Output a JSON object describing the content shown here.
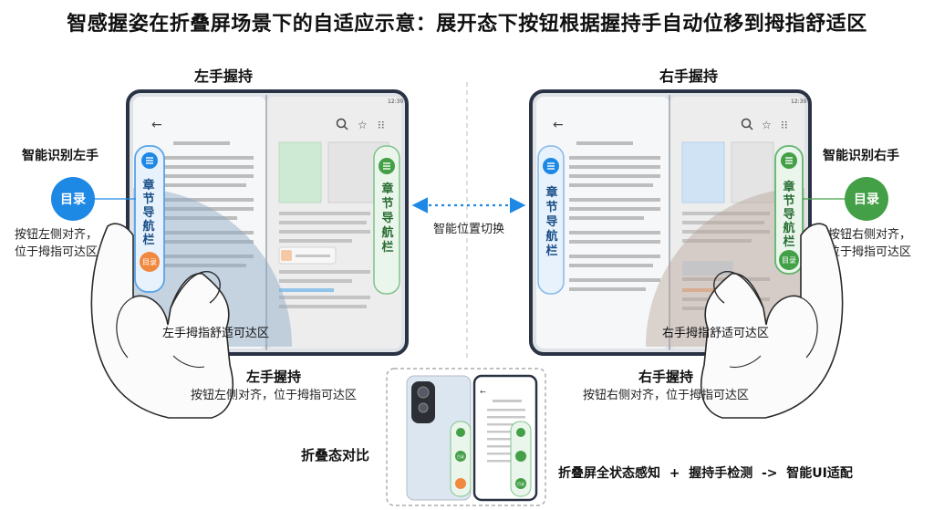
{
  "title": "智感握姿在折叠屏场景下的自适应示意：展开态下按钮根据握持手自动位移到拇指舒适区",
  "left": {
    "top_label": "左手握持",
    "side_heading": "智能识别左手",
    "button_label": "目录",
    "side_note_1": "按钮左侧对齐，",
    "side_note_2": "位于拇指可达区",
    "nav_label": "章节导航栏",
    "nav_button": "目录",
    "reach_label": "左手拇指舒适可达区",
    "bottom_title": "左手握持",
    "bottom_note": "按钮左侧对齐，位于拇指可达区",
    "status_time": "12:30"
  },
  "right": {
    "top_label": "右手握持",
    "side_heading": "智能识别右手",
    "button_label": "目录",
    "side_note_1": "按钮右侧对齐，",
    "side_note_2": "位于拇指可达区",
    "nav_label": "章节导航栏",
    "nav_button": "目录",
    "reach_label": "右手拇指舒适可达区",
    "bottom_title": "右手握持",
    "bottom_note": "按钮右侧对齐，位于拇指可达区",
    "status_time": "12:30"
  },
  "switch_label": "智能位置切换",
  "compare_label": "折叠态对比",
  "inset": {
    "btn_1": "目录",
    "btn_2": "目录"
  },
  "footer": "折叠屏全状态感知  +  握持手检测  ->  智能UI适配",
  "colors": {
    "blue": "#1e88e5",
    "green": "#43a047",
    "orange": "#f0883e",
    "line_gray": "#b5b5b5"
  }
}
